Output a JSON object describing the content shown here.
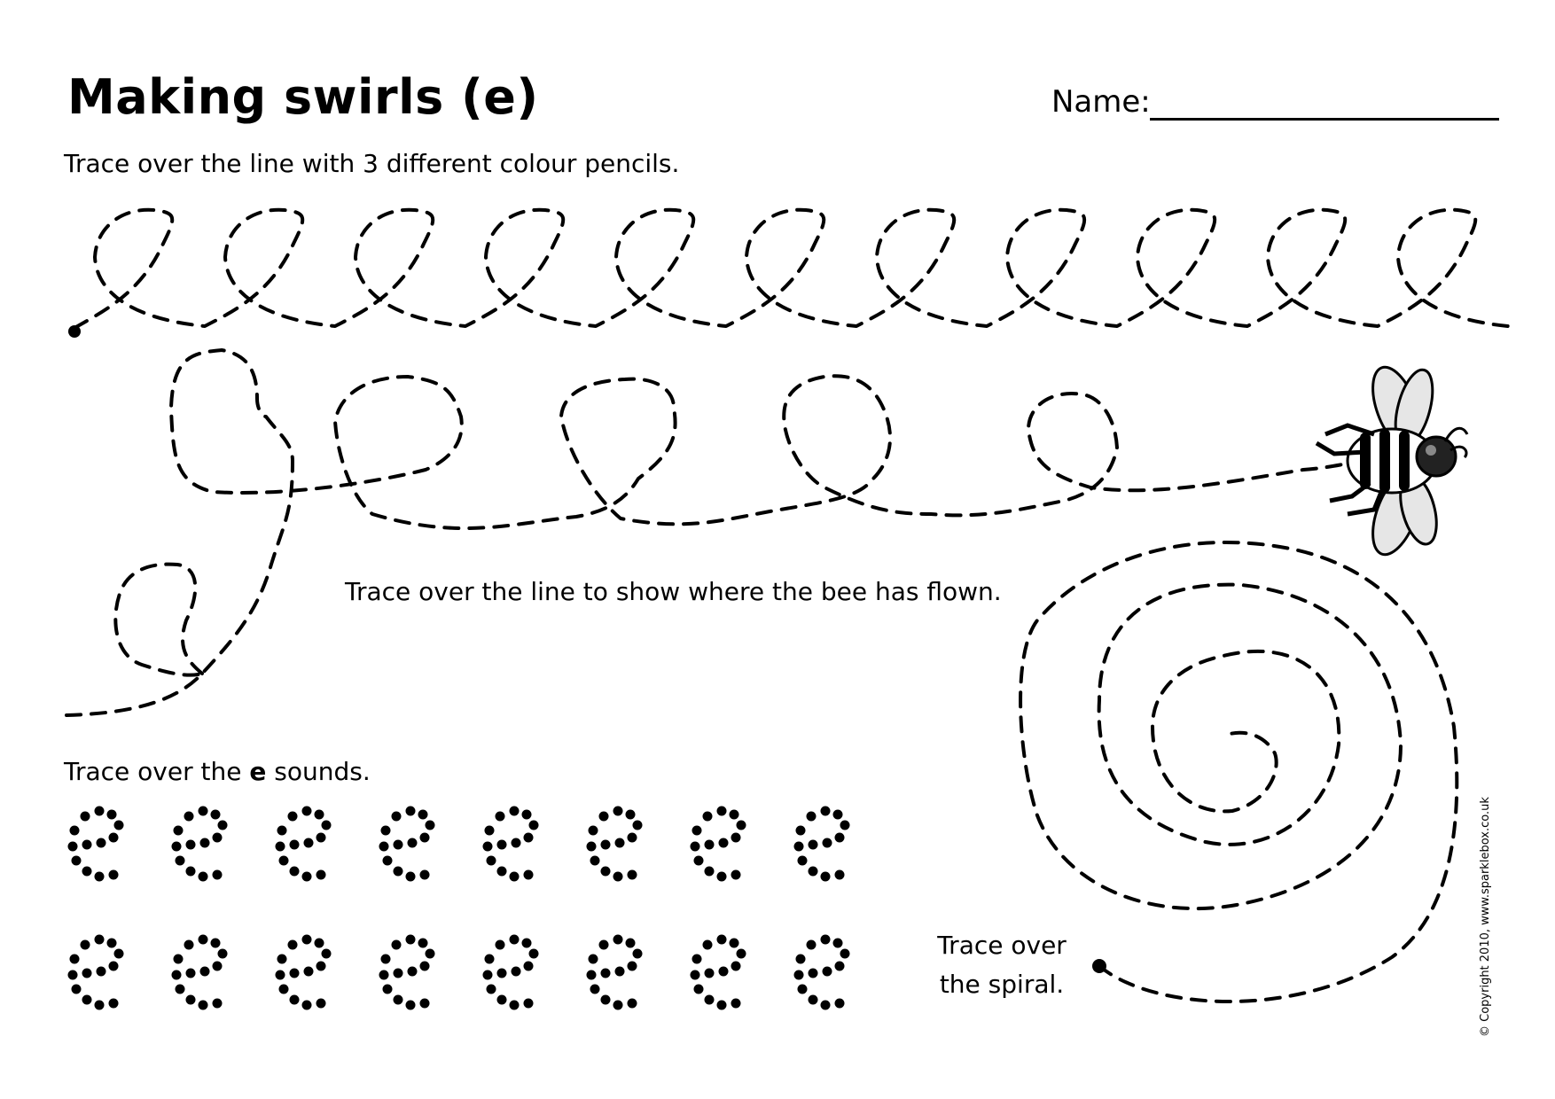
{
  "worksheet": {
    "title": "Making swirls (e)",
    "name_label": "Name:",
    "instructions": {
      "pencils": "Trace over the line with 3 different colour pencils.",
      "bee": "Trace over the line to show where the bee has flown.",
      "e_sounds_prefix": "Trace over the ",
      "e_sounds_letter": "e",
      "e_sounds_suffix": " sounds.",
      "spiral_line1": "Trace over",
      "spiral_line2": "the spiral."
    },
    "copyright": "© Copyright 2010, www.sparklebox.co.uk",
    "dotted_letter": {
      "letter": "e",
      "rows": 2,
      "per_row": 8
    },
    "top_swirls": {
      "loops": 11
    }
  }
}
